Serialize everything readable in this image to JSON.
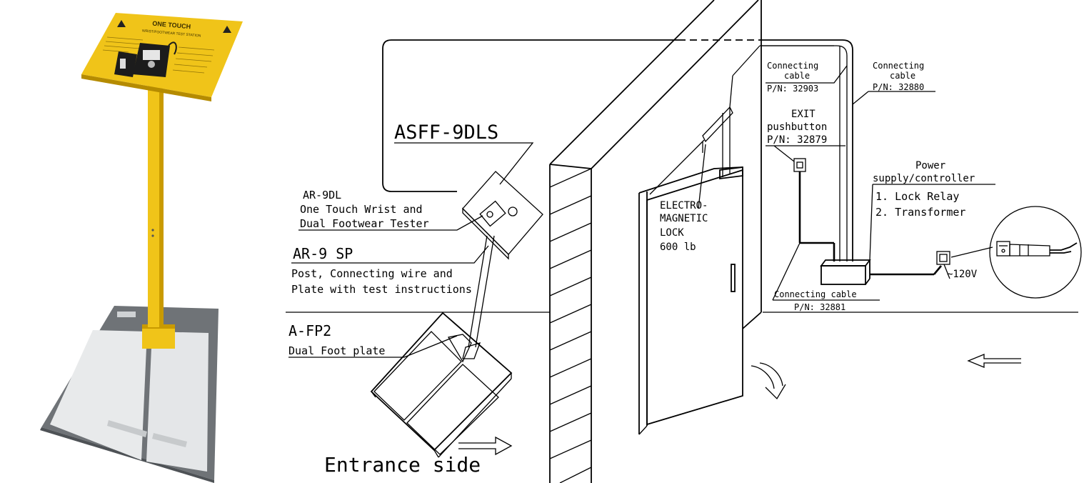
{
  "photo": {
    "sign_title": "ONE TOUCH",
    "sign_subtitle": "WRIST/FOOTWEAR TEST STATION"
  },
  "labels": {
    "model": "ASFF-9DLS",
    "tester_pn": "AR-9DL",
    "tester_desc_1": "One Touch Wrist and",
    "tester_desc_2": "Dual Footwear Tester",
    "post_pn": "AR-9 SP",
    "post_desc_1": "Post, Connecting wire and",
    "post_desc_2": "Plate with test instructions",
    "plate_pn": "A-FP2",
    "plate_desc": "Dual Foot plate",
    "entrance": "Entrance side",
    "lock_1": "ELECTRO-",
    "lock_2": "MAGNETIC",
    "lock_3": "LOCK",
    "lock_4": "600 lb",
    "cable_a_1": "Connecting",
    "cable_a_2": "cable",
    "cable_a_pn": "P/N: 32903",
    "cable_b_1": "Connecting",
    "cable_b_2": "cable",
    "cable_b_pn": "P/N: 32880",
    "exit_1": "EXIT",
    "exit_2": "pushbutton",
    "exit_pn": "P/N: 32879",
    "psu_1": "Power",
    "psu_2": "supply/controller",
    "psu_item_1": "1. Lock Relay",
    "psu_item_2": "2. Transformer",
    "cable_c": "Connecting cable",
    "cable_c_pn": "P/N: 32881",
    "voltage": "~120V"
  },
  "colors": {
    "stand_yellow": "#f0c419",
    "stand_shadow": "#c99a00",
    "plate_grey": "#7a7e82",
    "foot_panel": "#e9ebec"
  }
}
